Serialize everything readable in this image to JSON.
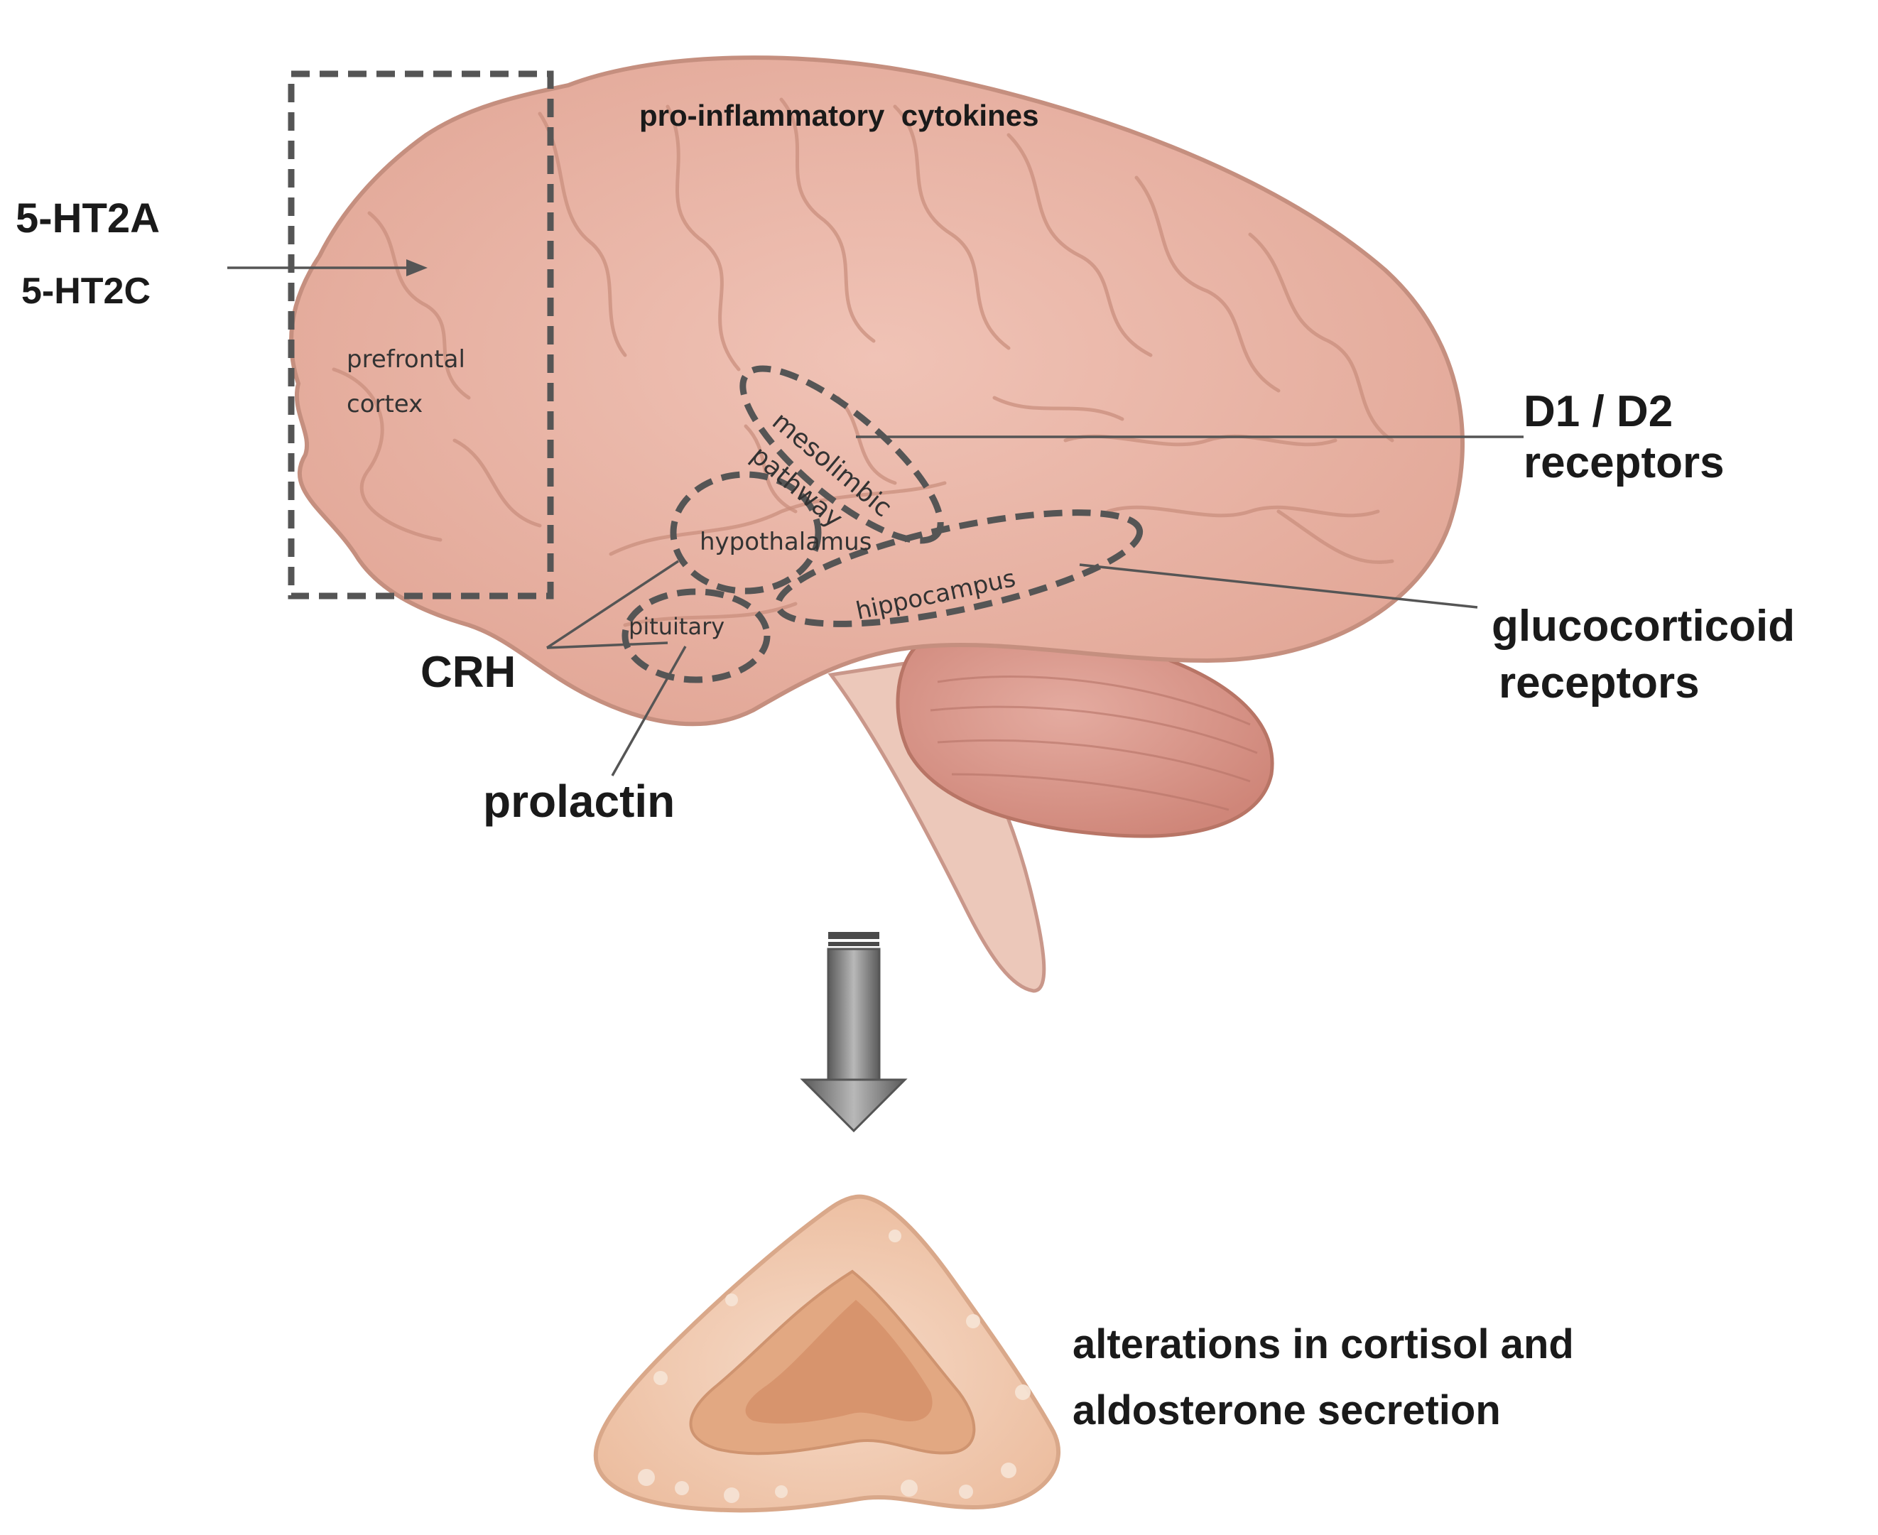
{
  "labels": {
    "cytokines": "pro-inflammatory  cytokines",
    "ht2a": "5-HT2A",
    "ht2c": "5-HT2C",
    "prefrontal_line1": "prefrontal",
    "prefrontal_line2": "cortex",
    "mesolimbic": "mesolimbic",
    "pathway": "pathway",
    "hypothalamus": "hypothalamus",
    "hippocampus": "hippocampus",
    "pituitary": "pituitary",
    "d1d2_line1": "D1 / D2",
    "d1d2_line2": "receptors",
    "gluco_line1": "glucocorticoid",
    "gluco_line2": "receptors",
    "crh": "CRH",
    "prolactin": "prolactin",
    "adrenal_line1": "alterations in cortisol and",
    "adrenal_line2": "aldosterone secretion"
  },
  "colors": {
    "brain": "#e9b3a6",
    "brain_outline": "#c58f7f",
    "cerebellum": "#d99a8e",
    "brainstem": "#e8c0b2",
    "adrenal_cortex": "#f1c9b2",
    "adrenal_medulla": "#d99a74",
    "dash": "#555555",
    "arrow": "#7d7d7d"
  },
  "icons": {
    "down_arrow": "down-arrow-icon"
  }
}
